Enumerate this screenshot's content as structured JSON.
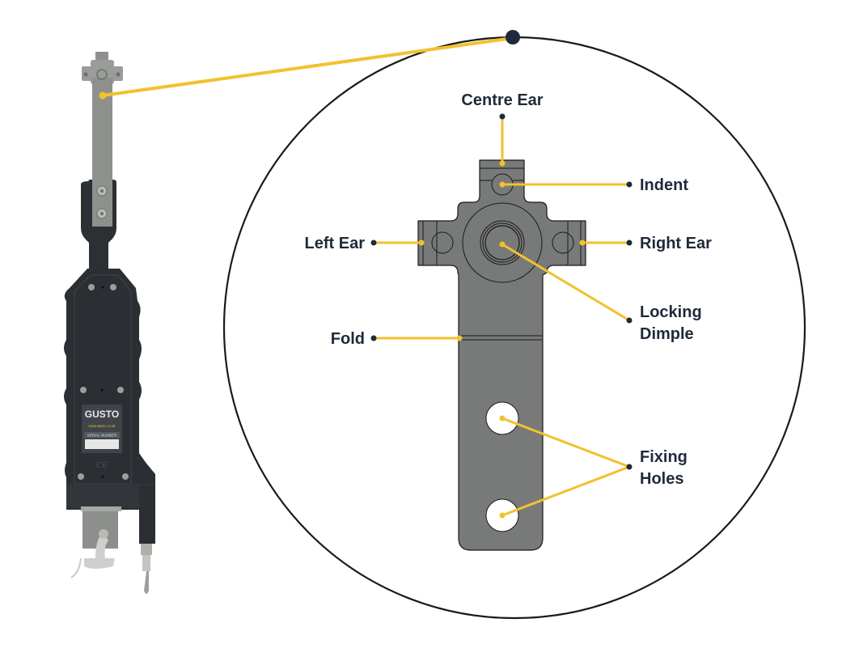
{
  "diagram": {
    "title": "Locking plate detail",
    "colors": {
      "leader": "#f2c12e",
      "label_text": "#1f2a3a",
      "dot": "#1f2a3a",
      "part_fill": "#777a78",
      "part_outline": "#1a1a1a",
      "device_body": "#2b2e33",
      "circle_outline": "#1a1a1a"
    },
    "labels": {
      "centre_ear": "Centre Ear",
      "indent": "Indent",
      "left_ear": "Left Ear",
      "right_ear": "Right Ear",
      "locking_dimple_line1": "Locking",
      "locking_dimple_line2": "Dimple",
      "fold": "Fold",
      "fixing_holes_line1": "Fixing",
      "fixing_holes_line2": "Holes"
    },
    "device": {
      "brand": "GUSTO",
      "website": "www.davis.co.uk",
      "serial_label": "SERIAL NUMBER",
      "mark": "CE"
    }
  }
}
